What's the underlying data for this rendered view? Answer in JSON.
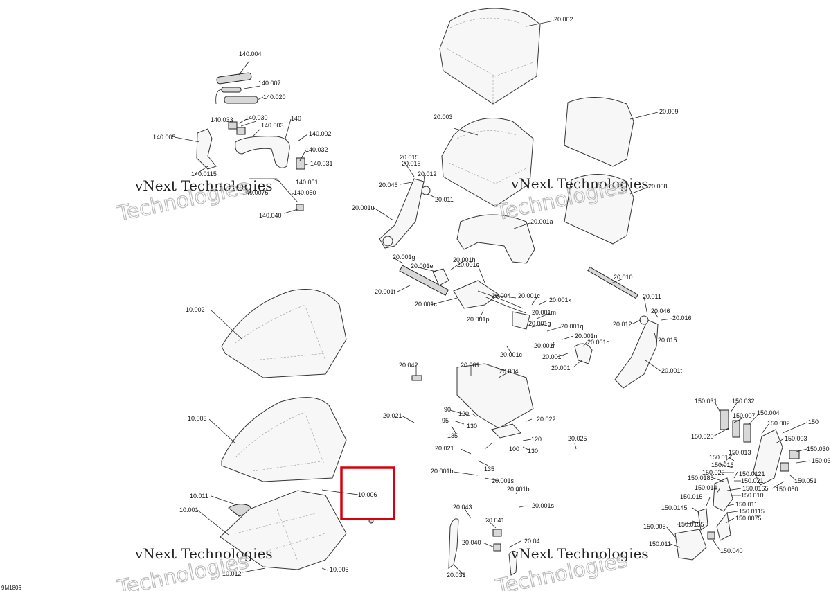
{
  "diagram": {
    "drawing_number": "9M1806",
    "highlight_color": "#d9000d",
    "highlighted_part": "10.006",
    "watermark": {
      "line1": "vNext Technologies",
      "line2": "Technologies"
    },
    "labels": {
      "l140_004": "140.004",
      "l140_007": "140.007",
      "l140_020": "140.020",
      "l140_030": "140.030",
      "l140_033": "140.033",
      "l140_003": "140.003",
      "l140": "140",
      "l140_002": "140.002",
      "l140_005": "140.005",
      "l140_032": "140.032",
      "l140_031": "140.031",
      "l140_0115": "140.0115",
      "l140_051": "140.051",
      "l140_0075": "140.0075",
      "l140_050": "140.050",
      "l140_040": "140.040",
      "l20_002": "20.002",
      "l20_003": "20.003",
      "l20_009": "20.009",
      "l20_008": "20.008",
      "l20_015": "20.015",
      "l20_016": "20.016",
      "l20_012": "20.012",
      "l20_046": "20.046",
      "l20_011": "20.011",
      "l20_001u": "20.001u",
      "l20_001a": "20.001a",
      "l20_001g": "20.001g",
      "l20_001h": "20.001h",
      "l20_001e": "20.001e",
      "l20_001c_a": "20.001c",
      "l20_001f": "20.001f",
      "l20_004": "20.004",
      "l20_001c_b": "20.001c",
      "l20_001k": "20.001k",
      "l20_001c_c": "20.001c",
      "l20_001m": "20.001m",
      "l20_001p": "20.001p",
      "l20_001g_b": "20.001g",
      "l20_001q": "20.001q",
      "l20_001n": "20.001n",
      "l20_001r": "20.001r",
      "l20_001d": "20.001d",
      "l20_001h_b": "20.001h",
      "l20_001c_d": "20.001c",
      "l20_001j": "20.001j",
      "l20_010": "20.010",
      "l20_011_b": "20.011",
      "l20_046_b": "20.046",
      "l20_016_b": "20.016",
      "l20_012_b": "20.012",
      "l20_015_b": "20.015",
      "l20_001t": "20.001t",
      "l10_002": "10.002",
      "l10_003": "10.003",
      "l10_011": "10.011",
      "l10_001": "10.001",
      "l10_006": "10.006",
      "l10_012": "10.012",
      "l10_005": "10.005",
      "l20_042": "20.042",
      "l20_001": "20.001",
      "l20_004_b": "20.004",
      "l90": "90",
      "l120": "120",
      "l95": "95",
      "l130": "130",
      "l135": "135",
      "l20_021": "20.021",
      "l20_022": "20.022",
      "l20_021_b": "20.021",
      "l120_b": "120",
      "l100": "100",
      "l130_b": "130",
      "l135_b": "135",
      "l20_025": "20.025",
      "l20_001b": "20.001b",
      "l20_001s": "20.001s",
      "l20_001b_b": "20.001b",
      "l20_001s_b": "20.001s",
      "l20_043": "20.043",
      "l20_041": "20.041",
      "l20_040": "20.040",
      "l20_044": "20.04",
      "l20_031": "20.031",
      "l150_031": "150.031",
      "l150_032": "150.032",
      "l150_007": "150.007",
      "l150_004": "150.004",
      "l150": "150",
      "l150_002": "150.002",
      "l150_020": "150.020",
      "l150_003": "150.003",
      "l150_013": "150.013",
      "l150_030": "150.030",
      "l150_012": "150.012",
      "l150_033": "150.03",
      "l150_016": "150.016",
      "l150_022": "150.022",
      "l150_0121": "150.0121",
      "l150_0185": "150.0185",
      "l150_021": "150.021",
      "l150_051": "150.051",
      "l150_014": "150.014",
      "l150_0165": "150.0165",
      "l150_050": "150.050",
      "l150_010": "150.010",
      "l150_015": "150.015",
      "l150_011": "150.011",
      "l150_0145": "150.0145",
      "l150_0115": "150.0115",
      "l150_0075": "150.0075",
      "l150_0155": "150.0155",
      "l150_005": "150.005",
      "l150_011_b": "150.011",
      "l150_040": "150.040"
    }
  }
}
